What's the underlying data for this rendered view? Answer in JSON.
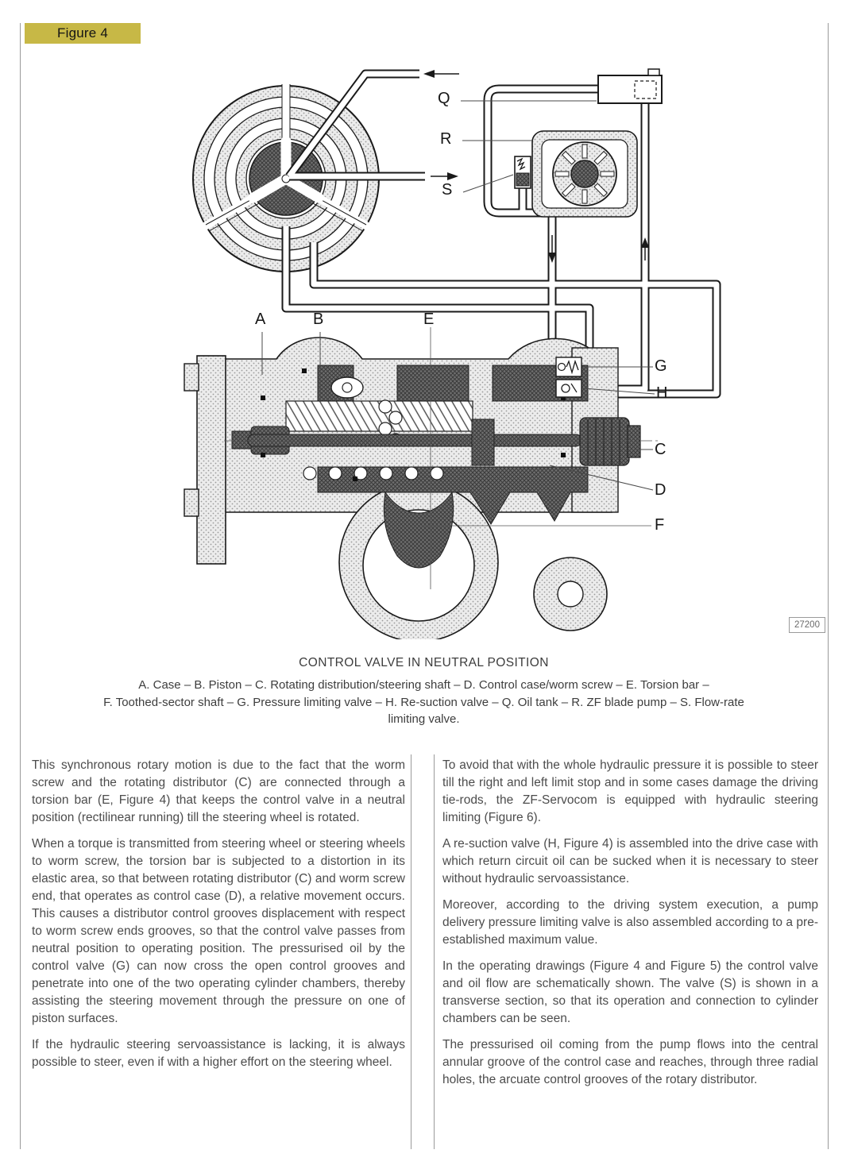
{
  "colors": {
    "badge_bg": "#c7b846",
    "rule": "#9a9a9a",
    "body_text": "#4c4c4c"
  },
  "badge": {
    "label": "Figure 4"
  },
  "figure": {
    "ref_number": "27200",
    "labels": {
      "q": "Q",
      "r": "R",
      "s": "S",
      "a": "A",
      "b": "B",
      "e": "E",
      "g": "G",
      "h": "H",
      "c": "C",
      "d": "D",
      "f": "F"
    }
  },
  "caption": {
    "title": "CONTROL VALVE IN NEUTRAL POSITION",
    "line1": "A. Case – B. Piston – C. Rotating distribution/steering shaft – D. Control case/worm screw – E. Torsion bar –",
    "line2": "F. Toothed-sector shaft – G. Pressure limiting valve – H. Re-suction valve – Q. Oil tank – R. ZF blade pump – S. Flow-rate",
    "line3": "limiting valve."
  },
  "columns": {
    "left": [
      "This synchronous rotary motion is due to the fact that the worm screw and the rotating distributor (C) are connected through a torsion bar (E, Figure 4) that keeps the control valve in a neutral position (rectilinear running) till the steering wheel is rotated.",
      "When a torque is transmitted from steering wheel or steering wheels to worm screw, the torsion bar is subjected to a distortion in its elastic area, so that between rotating distributor (C) and worm screw end, that operates as control case (D), a relative movement occurs. This causes a distributor control grooves displacement with respect to worm screw ends grooves, so that the control valve passes from neutral position to operating position. The pressurised oil by the control valve (G) can now cross the open control grooves and penetrate into one of the two operating cylinder chambers, thereby assisting the steering movement through the pressure on one of piston surfaces.",
      "If the hydraulic steering servoassistance is lacking, it is always possible to steer, even if with a higher effort on the steering wheel."
    ],
    "right": [
      "To avoid that with the whole hydraulic pressure it is possible to steer till the right and left limit stop and in some cases damage the driving tie-rods, the ZF-Servocom is equipped with hydraulic steering limiting (Figure 6).",
      "A re-suction valve (H, Figure 4) is assembled into the drive case with which return circuit oil can be sucked when it is necessary to steer without hydraulic servoassistance.",
      "Moreover, according to the driving system execution, a pump delivery pressure limiting valve is also assembled according to a pre-established maximum value.",
      "In the operating drawings (Figure 4 and Figure 5) the control valve and oil flow are schematically shown. The valve (S) is shown in a transverse section, so that its operation and connection to cylinder chambers can be seen.",
      "The pressurised oil coming from the pump flows into the central annular groove of the control case and reaches, through three radial holes, the arcuate control grooves of the rotary distributor."
    ]
  }
}
